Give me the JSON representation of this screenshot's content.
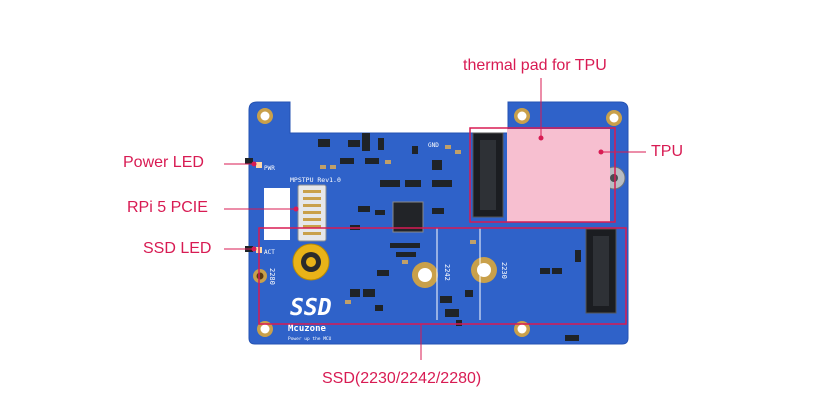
{
  "callouts": {
    "thermal_pad": "thermal pad for TPU",
    "tpu": "TPU",
    "power_led": "Power LED",
    "rpi5_pcie": "RPi 5 PCIE",
    "ssd_led": "SSD LED",
    "ssd_sizes": "SSD(2230/2242/2280)"
  },
  "board": {
    "model_silk": "MPSTPU Rev1.0",
    "ssd_silk": "SSD",
    "brand_silk": "Mcuzone",
    "tagline_silk": "Power up the MCU",
    "pwr_silk": "PWR",
    "act_silk": "ACT",
    "gnd_silk": "GND",
    "size_2280": "2280",
    "size_2242": "2242",
    "size_2230": "2230"
  },
  "colors": {
    "accent": "#d81b53",
    "board": "#2f62c9",
    "thermal_pad": "#f7bfd0"
  }
}
